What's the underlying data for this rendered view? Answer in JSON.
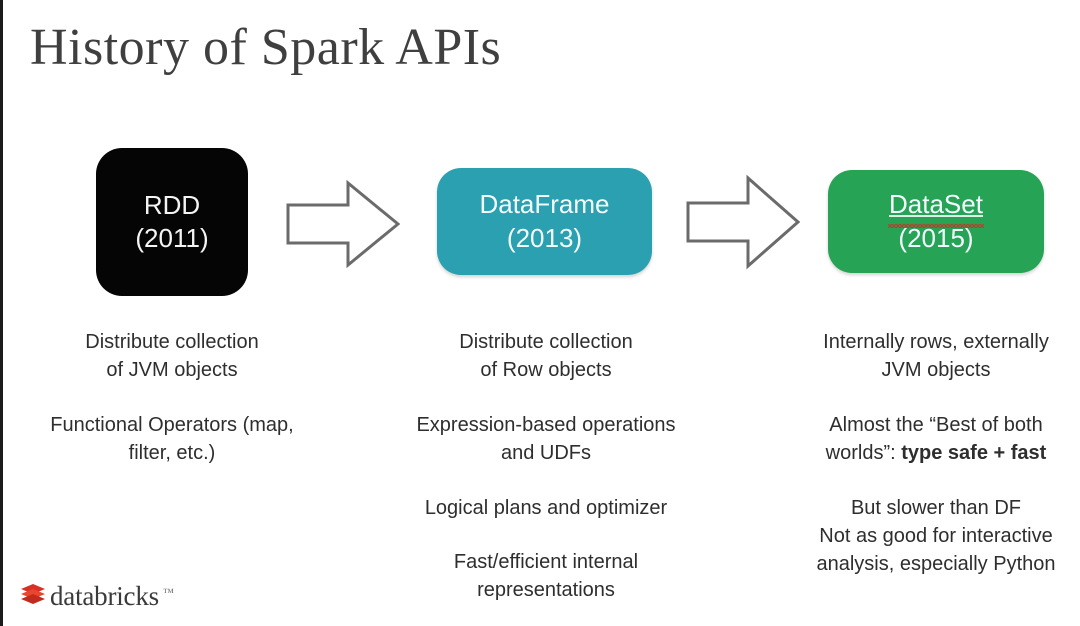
{
  "slide": {
    "title": "History of Spark APIs",
    "background_color": "#ffffff",
    "title_color": "#3f3f3f"
  },
  "stages": [
    {
      "name": "RDD",
      "year": "(2011)",
      "box_color": "#050505",
      "text_color": "#f4f4f4",
      "spellcheck_flagged": false,
      "bullets": [
        {
          "text": "Distribute collection of JVM objects",
          "bold_suffix": ""
        },
        {
          "text": "Functional Operators (map, filter, etc.)",
          "bold_suffix": ""
        }
      ]
    },
    {
      "name": "DataFrame",
      "year": "(2013)",
      "box_color": "#2ba0b0",
      "text_color": "#eefaff",
      "spellcheck_flagged": false,
      "bullets": [
        {
          "text": "Distribute collection of Row objects",
          "bold_suffix": ""
        },
        {
          "text": "Expression-based operations and UDFs",
          "bold_suffix": ""
        },
        {
          "text": "Logical plans and optimizer",
          "bold_suffix": ""
        },
        {
          "text": "Fast/efficient internal representations",
          "bold_suffix": ""
        }
      ]
    },
    {
      "name": "DataSet",
      "year": "(2015)",
      "box_color": "#27a355",
      "text_color": "#eefaf1",
      "spellcheck_flagged": true,
      "spellcheck_color": "#c0392b",
      "bullets": [
        {
          "text": "Internally rows, externally JVM objects",
          "bold_suffix": ""
        },
        {
          "text": "Almost the “Best of both worlds”: ",
          "bold_suffix": "type safe + fast"
        },
        {
          "text": "But slower than DF Not as good for interactive analysis, especially Python",
          "bold_suffix": ""
        }
      ]
    }
  ],
  "columns": {
    "col1": {
      "line1": "Distribute collection",
      "line2": "of JVM objects",
      "line3": "Functional Operators (map,",
      "line4": "filter, etc.)"
    },
    "col2": {
      "line1": "Distribute collection",
      "line2": "of Row objects",
      "line3": "Expression-based operations",
      "line4": "and UDFs",
      "line5": "Logical plans and optimizer",
      "line6": "Fast/efficient internal",
      "line7": "representations"
    },
    "col3": {
      "line1": "Internally rows, externally",
      "line2": "JVM objects",
      "line3": "Almost the “Best of both",
      "line4_prefix": "worlds”: ",
      "line4_bold": "type safe + fast",
      "line5": "But slower than DF",
      "line6": "Not as good for interactive",
      "line7": "analysis, especially Python"
    }
  },
  "arrows": {
    "arrow1_label": "transition-rdd-to-dataframe",
    "arrow2_label": "transition-dataframe-to-dataset",
    "stroke_color": "#6b6b6b",
    "fill_color": "#ffffff"
  },
  "logo": {
    "wordmark": "databricks",
    "trademark": "™",
    "mark_color": "#e02020",
    "text_color": "#3a3a3a"
  }
}
